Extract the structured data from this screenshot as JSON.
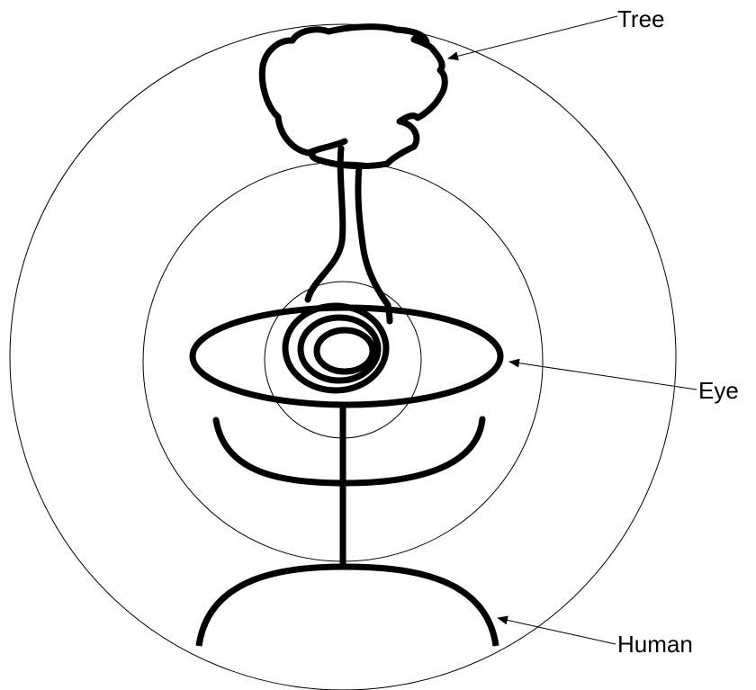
{
  "labels": {
    "tree": "Tree",
    "eye": "Eye",
    "human": "Human"
  },
  "colors": {
    "stroke": "#000000",
    "background": "#ffffff"
  }
}
